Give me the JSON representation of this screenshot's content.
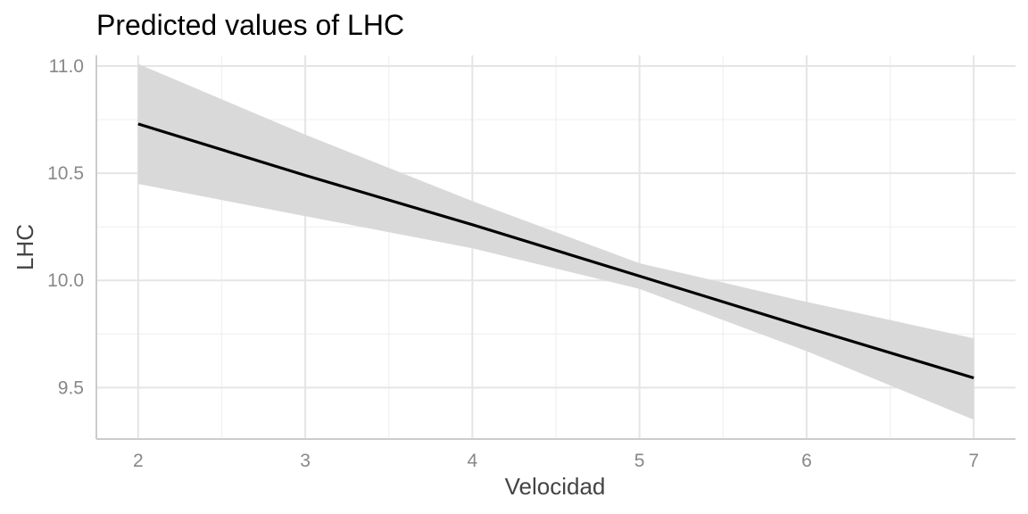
{
  "chart_data": {
    "type": "line",
    "title": "Predicted values of LHC",
    "xlabel": "Velocidad",
    "ylabel": "LHC",
    "xlim": [
      1.75,
      7.25
    ],
    "ylim": [
      9.26,
      11.05
    ],
    "x_ticks": [
      2,
      3,
      4,
      5,
      6,
      7
    ],
    "x_tick_labels": [
      "2",
      "3",
      "4",
      "5",
      "6",
      "7"
    ],
    "y_ticks": [
      9.5,
      10.0,
      10.5,
      11.0
    ],
    "y_tick_labels": [
      "9.5",
      "10.0",
      "10.5",
      "11.0"
    ],
    "grid": true,
    "series": [
      {
        "x": [
          2,
          3,
          4,
          5,
          6,
          7
        ],
        "values": [
          10.73,
          10.49,
          10.26,
          10.02,
          9.78,
          9.545
        ],
        "conf_low": [
          10.45,
          10.3,
          10.15,
          9.96,
          9.67,
          9.35
        ],
        "conf_high": [
          11.01,
          10.68,
          10.37,
          10.08,
          9.9,
          9.73
        ]
      }
    ],
    "colors": {
      "line": "#000000",
      "ribbon": "#d9d9d9",
      "grid_major": "#e5e5e5",
      "grid_minor": "#f0f0f0",
      "axis": "#cccccc"
    }
  }
}
